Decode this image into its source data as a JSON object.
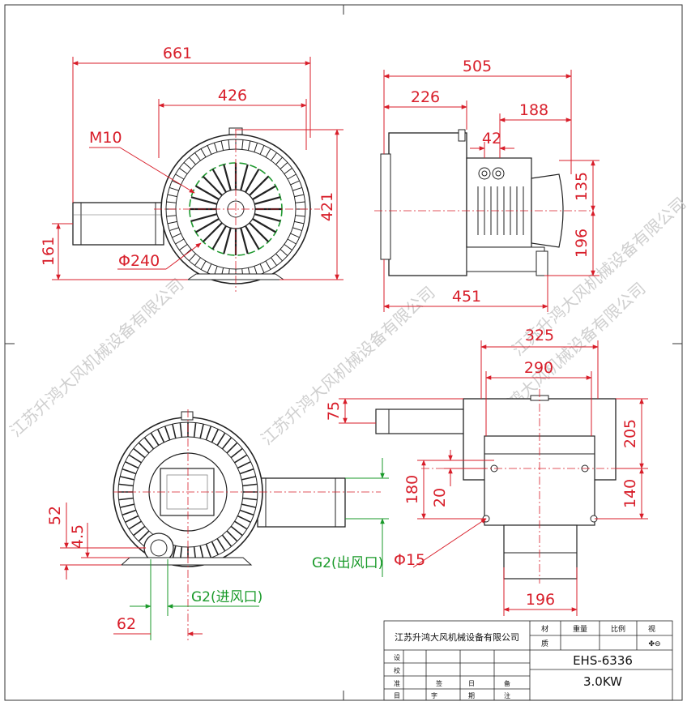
{
  "front_view": {
    "dims": {
      "w661": "661",
      "w426": "426",
      "h421": "421",
      "h161": "161",
      "m10": "M10",
      "d240": "Φ240"
    }
  },
  "side_view": {
    "dims": {
      "w505": "505",
      "w226": "226",
      "w188": "188",
      "w42": "42",
      "h135": "135",
      "h196": "196",
      "w451": "451"
    }
  },
  "rear_view": {
    "dims": {
      "h52": "52",
      "h4_5": "4.5",
      "w62": "62",
      "inlet": "G2(进风口)",
      "outlet": "G2(出风口)"
    }
  },
  "bottom_view": {
    "dims": {
      "w325": "325",
      "w290": "290",
      "h75": "75",
      "h205": "205",
      "h180": "180",
      "h20": "20",
      "h140": "140",
      "d15": "Φ15",
      "w196": "196"
    }
  },
  "watermarks": [
    "江苏升鸿大风机械设备有限公司",
    "江苏升鸿大风机械设备有限公司",
    "江苏升鸿大风机械设备有限公司",
    "江苏升鸿大风机械设备有限公司"
  ],
  "title_block": {
    "company": "江苏升鸿大风机械设备有限公司",
    "material": "材",
    "quality": "质",
    "weight": "重量",
    "scale": "比例",
    "view": "视",
    "view_mark": "✤⊖",
    "model": "EHS-6336",
    "power": "3.0KW",
    "design": "设",
    "check": "校",
    "approve": "准",
    "sign": "签",
    "date": "日",
    "prepare": "备",
    "row_ch1": "目",
    "row_ch2": "字",
    "row_ch3": "期",
    "row_ch4": "注"
  },
  "colors": {
    "dimension": "#d81e2a",
    "green_dim": "#1a9a2a",
    "outline": "#222222",
    "green_ring": "#1f9a2f"
  }
}
